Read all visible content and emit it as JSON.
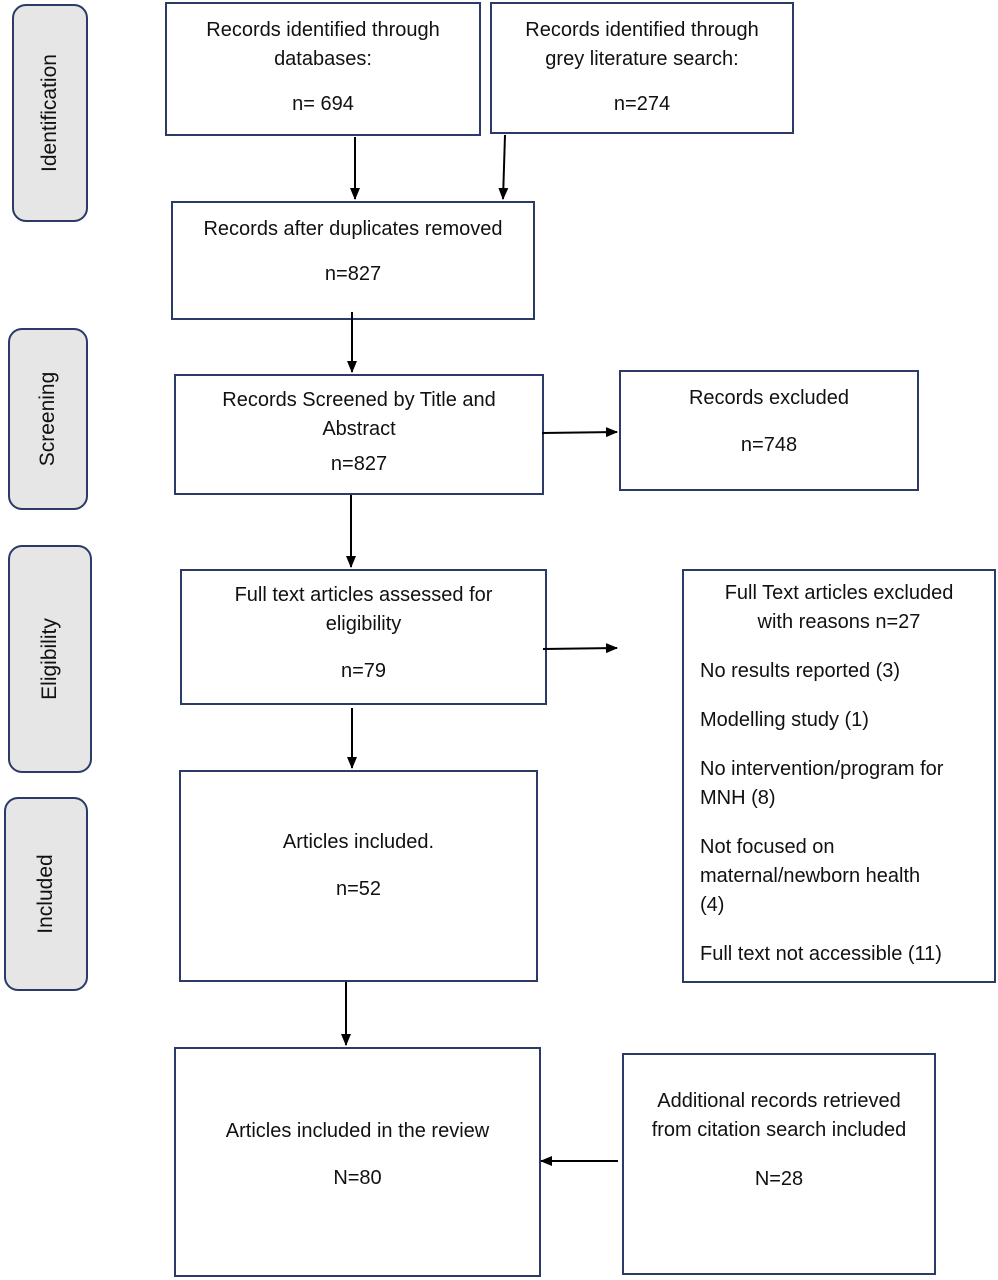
{
  "stages": {
    "identification": "Identification",
    "screening": "Screening",
    "eligibility": "Eligibility",
    "included": "Included"
  },
  "boxes": {
    "databases": {
      "title": "Records identified through databases:",
      "count": "n= 694"
    },
    "grey": {
      "title": "Records identified through grey literature search:",
      "count": "n=274"
    },
    "dedup": {
      "title": "Records after duplicates removed",
      "count": "n=827"
    },
    "screened": {
      "title": "Records Screened by Title and Abstract",
      "count": "n=827"
    },
    "excluded": {
      "title": "Records excluded",
      "count": "n=748"
    },
    "fulltext": {
      "title": "Full text articles assessed for eligibility",
      "count": "n=79"
    },
    "fulltext_excluded": {
      "title": "Full Text articles excluded with reasons n=27",
      "reasons": [
        "No results reported (3)",
        "Modelling study (1)",
        "No intervention/program for MNH (8)",
        "Not focused on maternal/newborn health (4)",
        "Full text not accessible (11)"
      ]
    },
    "articles_included": {
      "title": "Articles included.",
      "count": "n=52"
    },
    "review": {
      "title": "Articles included in the review",
      "count": "N=80"
    },
    "citation": {
      "title": "Additional records retrieved from citation search included",
      "count": "N=28"
    }
  }
}
